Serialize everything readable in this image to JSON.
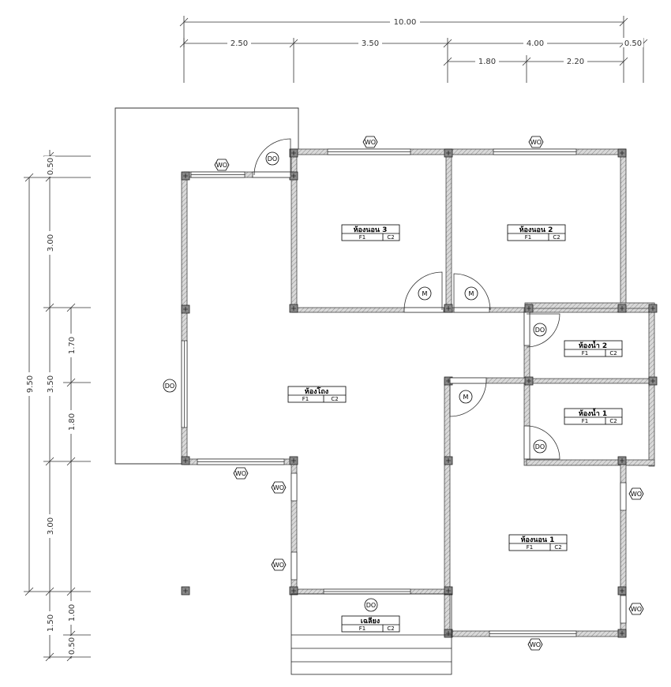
{
  "dimensions": {
    "top_total": "10.00",
    "top_segments": [
      "2.50",
      "3.50",
      "4.00",
      "0.50"
    ],
    "top_sub": [
      "1.80",
      "2.20"
    ],
    "left_total": "9.50",
    "left_segments": [
      "0.50",
      "3.00",
      "3.50",
      "3.00",
      "1.50"
    ],
    "left_sub": [
      "1.70",
      "1.80",
      "1.00",
      "0.50"
    ]
  },
  "rooms": [
    {
      "name": "ห้องนอน 3",
      "floor": "F1",
      "ceiling": "C2"
    },
    {
      "name": "ห้องนอน 2",
      "floor": "F1",
      "ceiling": "C2"
    },
    {
      "name": "ห้องน้ำ 2",
      "floor": "F1",
      "ceiling": "C2"
    },
    {
      "name": "ห้องโถง",
      "floor": "F1",
      "ceiling": "C2"
    },
    {
      "name": "ห้องน้ำ 1",
      "floor": "F1",
      "ceiling": "C2"
    },
    {
      "name": "ห้องนอน 1",
      "floor": "F1",
      "ceiling": "C2"
    },
    {
      "name": "เฉลียง",
      "floor": "F1",
      "ceiling": "C2"
    }
  ],
  "tags": {
    "window": "WO",
    "double_door": "DO",
    "main_door": "M"
  }
}
